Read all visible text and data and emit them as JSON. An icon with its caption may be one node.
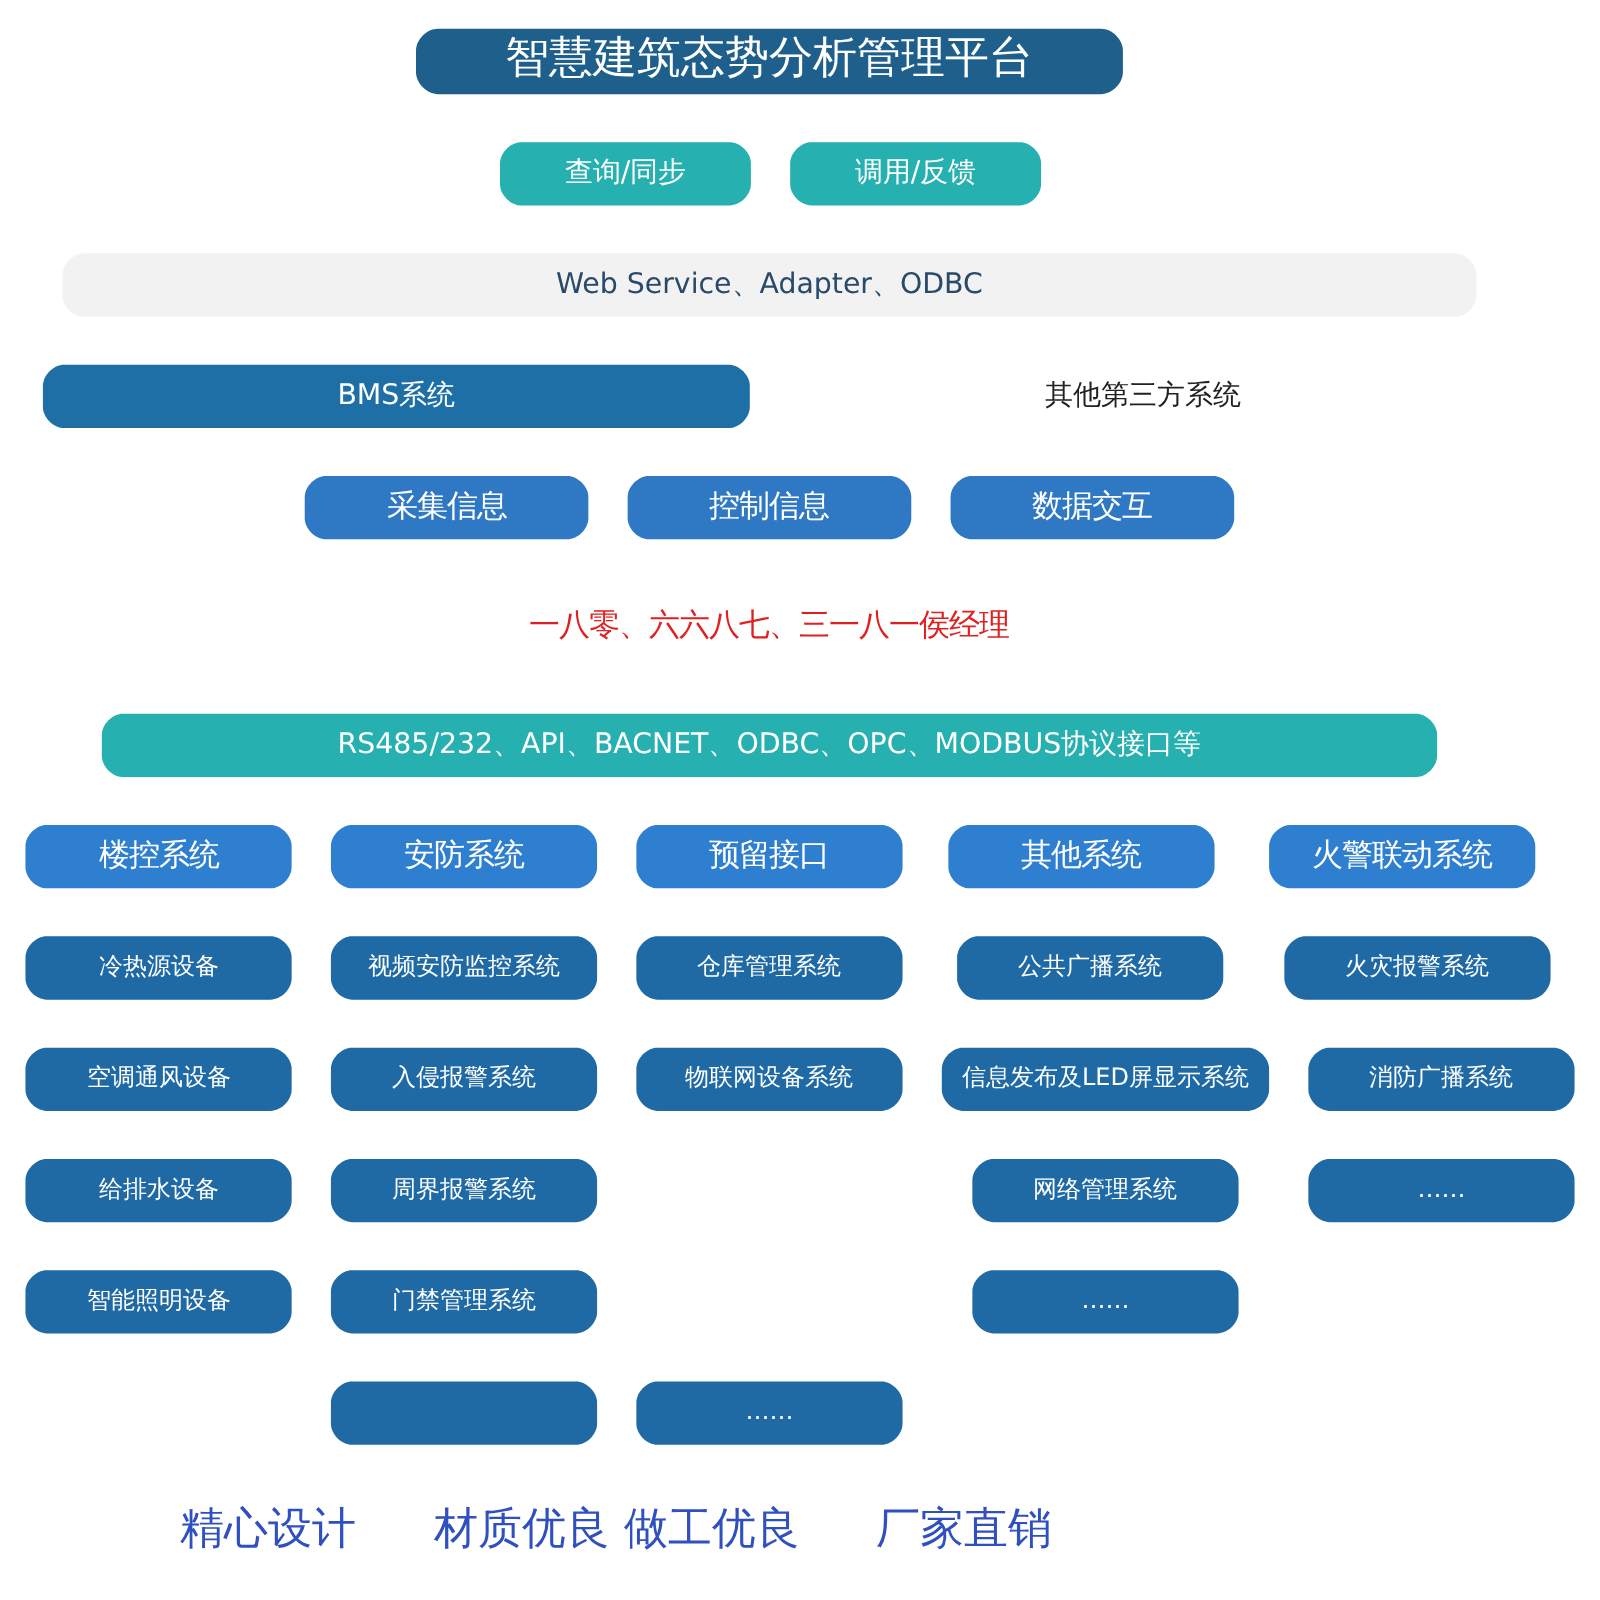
{
  "diagram": {
    "nodes": [
      {
        "text": [
          "智慧建筑态势分析管理平台"
        ]
      },
      {
        "text": [
          "查询/同步"
        ]
      },
      {
        "text": [
          "调用/反馈"
        ]
      },
      {
        "text": [
          "Web Service、Adapter、ODBC"
        ]
      },
      {
        "text": [
          "BMS系统"
        ]
      },
      {
        "text": [
          "其他第三方系统"
        ]
      },
      {
        "text": [
          "采集信息"
        ]
      },
      {
        "text": [
          "控制信息"
        ]
      },
      {
        "text": [
          "数据交互"
        ]
      },
      {
        "text": [
          "RS485/232、API、BACNET、ODBC、OPC、MODBUS协议接口等"
        ]
      },
      {
        "text": [
          "楼控系统"
        ]
      },
      {
        "text": [
          "冷热源设备"
        ]
      },
      {
        "text": [
          "空调通风设备"
        ]
      },
      {
        "text": [
          "给排水设备"
        ]
      },
      {
        "text": [
          "智能照明设备"
        ]
      },
      {
        "text": [
          "安防系统"
        ]
      },
      {
        "text": [
          "视频安防监控系统"
        ]
      },
      {
        "text": [
          "入侵报警系统"
        ]
      },
      {
        "text": [
          "周界报警系统"
        ]
      },
      {
        "text": [
          "门禁管理系统"
        ]
      },
      {
        "text": [],
        "shape": "box"
      },
      {
        "text": [
          "火警联动系统"
        ]
      },
      {
        "text": [
          "火灾报警系统"
        ]
      },
      {
        "text": [
          "消防广播系统"
        ]
      },
      {
        "text": [
          "……"
        ]
      },
      {
        "text": [
          "其他系统"
        ]
      },
      {
        "text": [
          "公共广播系统"
        ]
      },
      {
        "text": [
          "信息发布及LED屏显示系统"
        ]
      },
      {
        "text": [
          "网络管理系统"
        ]
      },
      {
        "text": [
          "……"
        ]
      },
      {
        "text": [
          "预留接口"
        ]
      },
      {
        "text": [
          "仓库管理系统"
        ]
      },
      {
        "text": [
          "物联网设备系统"
        ]
      },
      {
        "text": [
          "……"
        ]
      }
    ],
    "labels": [
      "一八零、六六八七、三一八一侯经理",
      "精心设计",
      "材质优良 做工优良",
      "厂家直销"
    ]
  }
}
